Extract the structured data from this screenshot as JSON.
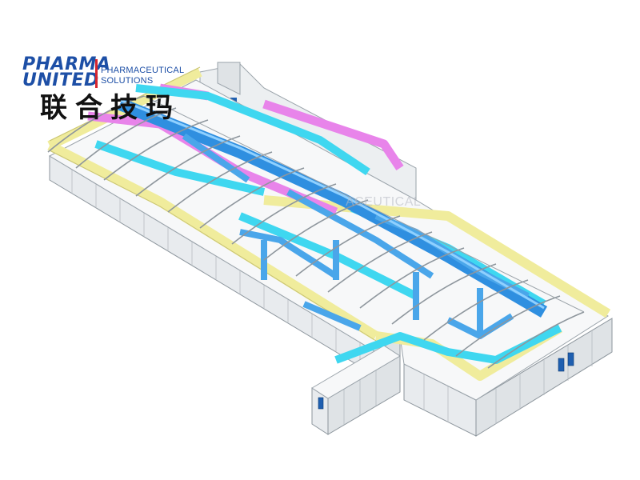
{
  "logo": {
    "brand_line1": "PHARMA",
    "brand_line2": "UNITED",
    "tagline_line1": "PHARMACEUTICAL",
    "tagline_line2": "SOLUTIONS",
    "chinese_name": "联合技玛"
  },
  "watermark": {
    "text": "ACEUTICAL"
  },
  "colors": {
    "hvac_duct_blue": "#2f8fe0",
    "supply_duct_cyan": "#3fd7f0",
    "exhaust_duct_magenta": "#e884ea",
    "pipe_yellow": "#f3f0a8",
    "wall_grey": "#e6e9ec",
    "door_blue": "#1f5fb0",
    "brand_blue": "#1d4fa6",
    "brand_red": "#d6262f"
  }
}
